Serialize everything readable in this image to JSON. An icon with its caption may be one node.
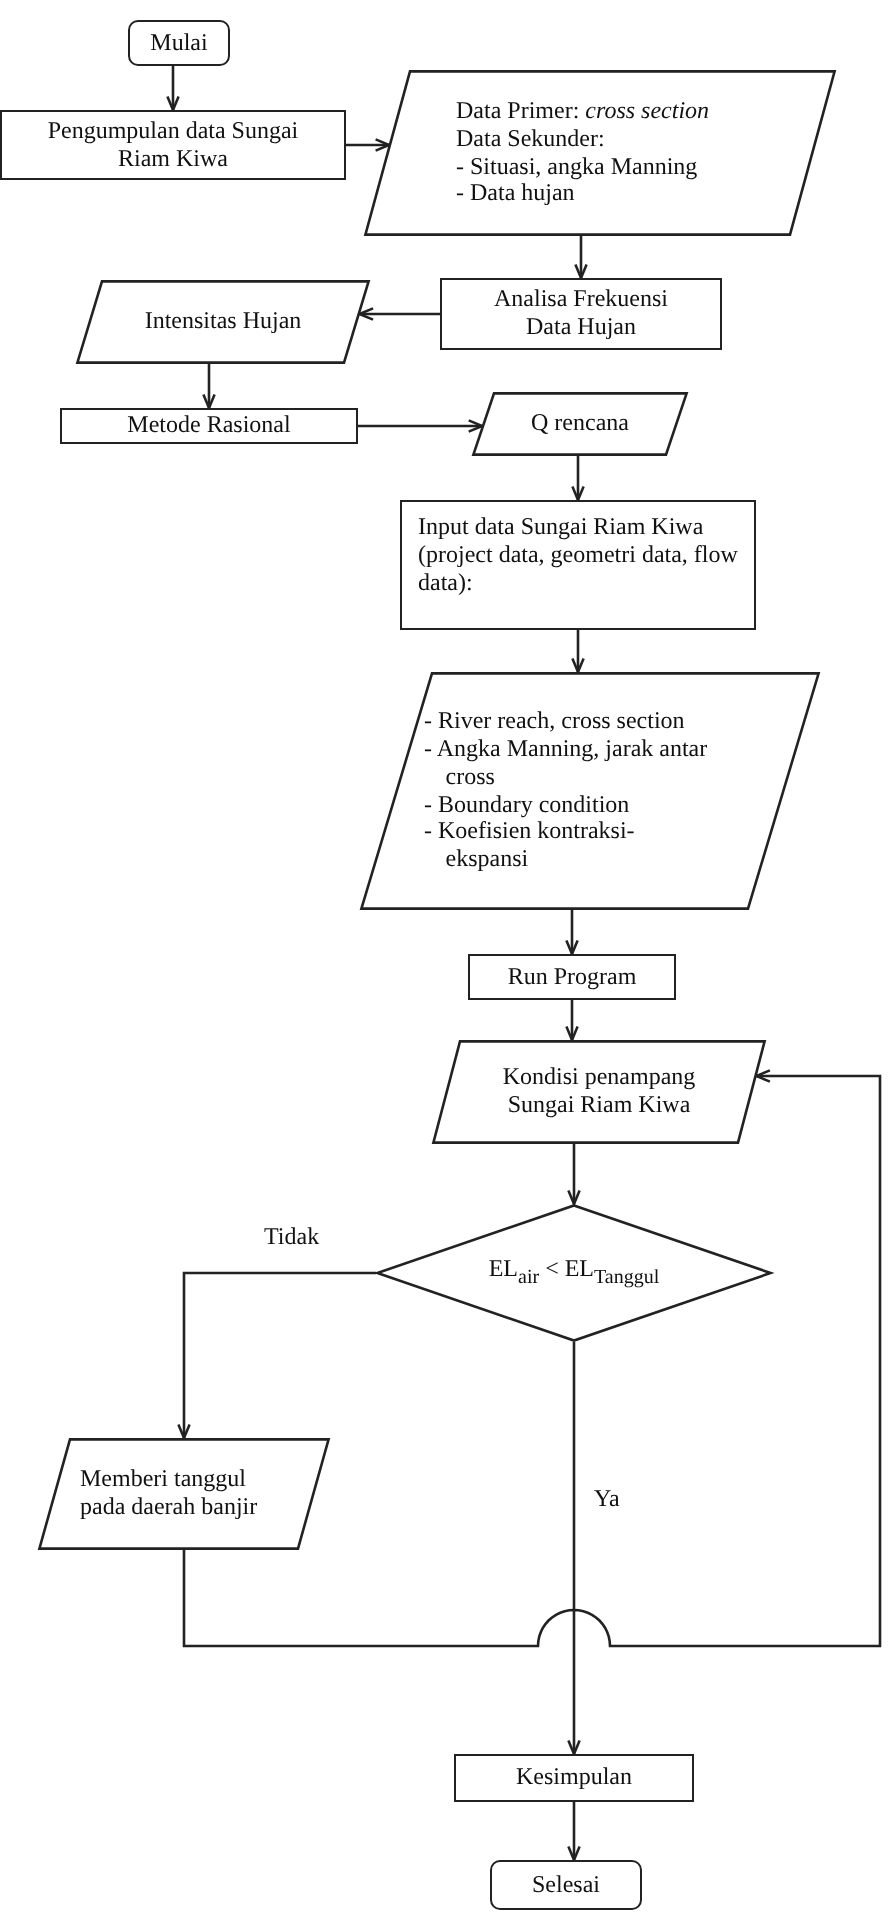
{
  "diagram": {
    "nodes": [
      {
        "text": [
          "Mulai"
        ]
      },
      {
        "text": [
          "Pengumpulan data Sungai Riam Kiwa"
        ]
      },
      {
        "text": [
          "Data Primer: *cross section*",
          "Data Sekunder:",
          "- Situasi, angka Manning",
          "- Data hujan"
        ]
      },
      {
        "text": [
          "Analisa Frekuensi Data Hujan"
        ]
      },
      {
        "text": [
          "Intensitas Hujan"
        ]
      },
      {
        "text": [
          "Metode Rasional"
        ]
      },
      {
        "text": [
          "Q rencana"
        ]
      },
      {
        "text": [
          "Input data Sungai Riam Kiwa (project data, geometri data, flow data):"
        ]
      },
      {
        "text": [
          "- River reach, cross section",
          "- Angka Manning, jarak antar cross",
          "- Boundary condition",
          "- Koefisien kontraksi-ekspansi"
        ]
      },
      {
        "text": [
          "Run Program"
        ]
      },
      {
        "text": [
          "Kondisi penampang Sungai Riam Kiwa"
        ]
      },
      {
        "text": [
          "EL$_{air}$ < EL$_{Tanggul}$"
        ]
      },
      {
        "text": [
          "Memberi tanggul pada daerah banjir"
        ]
      },
      {
        "text": [
          "Kesimpulan"
        ]
      },
      {
        "text": [
          "Selesai"
        ]
      }
    ],
    "edges": [
      {
        "from": 0,
        "to": 1,
        "arrow": "to"
      },
      {
        "from": 1,
        "to": 2,
        "arrow": "to"
      },
      {
        "from": 2,
        "to": 3,
        "arrow": "to"
      },
      {
        "from": 3,
        "to": 4,
        "arrow": "to"
      },
      {
        "from": 4,
        "to": 5,
        "arrow": "to"
      },
      {
        "from": 5,
        "to": 6,
        "arrow": "to"
      },
      {
        "from": 6,
        "to": 7,
        "arrow": "to"
      },
      {
        "from": 7,
        "to": 8,
        "arrow": "to"
      },
      {
        "from": 8,
        "to": 9,
        "arrow": "to"
      },
      {
        "from": 9,
        "to": 10,
        "arrow": "to"
      },
      {
        "from": 10,
        "to": 11,
        "arrow": "to"
      },
      {
        "from": 11,
        "to": 12,
        "arrow": "to",
        "label": "Tidak"
      },
      {
        "from": 11,
        "to": 13,
        "arrow": "to",
        "label": "Ya"
      },
      {
        "from": 12,
        "to": 10,
        "arrow": "to"
      },
      {
        "from": 13,
        "to": 14,
        "arrow": "to"
      }
    ]
  }
}
